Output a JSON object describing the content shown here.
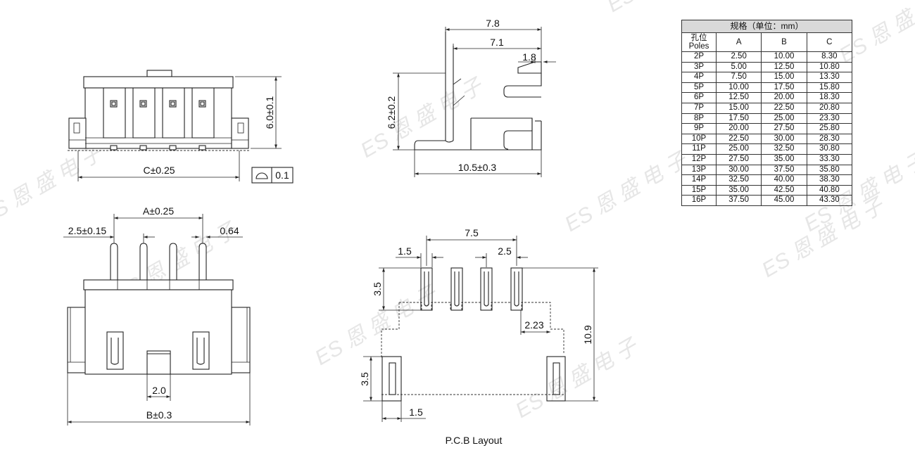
{
  "watermark": {
    "text": "ES 恩 盛 电 子"
  },
  "front_view": {
    "dim_height": "6.0±0.1",
    "dim_width": "C±0.25",
    "flatness": "0.1"
  },
  "side_view": {
    "dim_top_overall": "7.8",
    "dim_top_inner": "7.1",
    "dim_top_small": "1.8",
    "dim_height": "6.2±0.2",
    "dim_bottom": "10.5±0.3"
  },
  "bottom_view": {
    "dim_pitch_total": "A±0.25",
    "dim_edge": "2.5±0.15",
    "dim_pin": "0.64",
    "dim_slot": "2.0",
    "dim_width": "B±0.3"
  },
  "pcb_layout": {
    "caption": "P.C.B Layout",
    "dim_pitch_total": "7.5",
    "dim_pad_width": "1.5",
    "dim_pitch": "2.5",
    "dim_pad_length": "3.5",
    "dim_offset": "2.23",
    "dim_height": "10.9",
    "dim_mount_length": "3.5",
    "dim_mount_width": "1.5"
  },
  "spec_table": {
    "title": "规格（单位：mm）",
    "col_poles": "孔位\nPoles",
    "col_a": "A",
    "col_b": "B",
    "col_c": "C",
    "rows": [
      {
        "poles": "2P",
        "a": "2.50",
        "b": "10.00",
        "c": "8.30"
      },
      {
        "poles": "3P",
        "a": "5.00",
        "b": "12.50",
        "c": "10.80"
      },
      {
        "poles": "4P",
        "a": "7.50",
        "b": "15.00",
        "c": "13.30"
      },
      {
        "poles": "5P",
        "a": "10.00",
        "b": "17.50",
        "c": "15.80"
      },
      {
        "poles": "6P",
        "a": "12.50",
        "b": "20.00",
        "c": "18.30"
      },
      {
        "poles": "7P",
        "a": "15.00",
        "b": "22.50",
        "c": "20.80"
      },
      {
        "poles": "8P",
        "a": "17.50",
        "b": "25.00",
        "c": "23.30"
      },
      {
        "poles": "9P",
        "a": "20.00",
        "b": "27.50",
        "c": "25.80"
      },
      {
        "poles": "10P",
        "a": "22.50",
        "b": "30.00",
        "c": "28.30"
      },
      {
        "poles": "11P",
        "a": "25.00",
        "b": "32.50",
        "c": "30.80"
      },
      {
        "poles": "12P",
        "a": "27.50",
        "b": "35.00",
        "c": "33.30"
      },
      {
        "poles": "13P",
        "a": "30.00",
        "b": "37.50",
        "c": "35.80"
      },
      {
        "poles": "14P",
        "a": "32.50",
        "b": "40.00",
        "c": "38.30"
      },
      {
        "poles": "15P",
        "a": "35.00",
        "b": "42.50",
        "c": "40.80"
      },
      {
        "poles": "16P",
        "a": "37.50",
        "b": "45.00",
        "c": "43.30"
      }
    ]
  }
}
